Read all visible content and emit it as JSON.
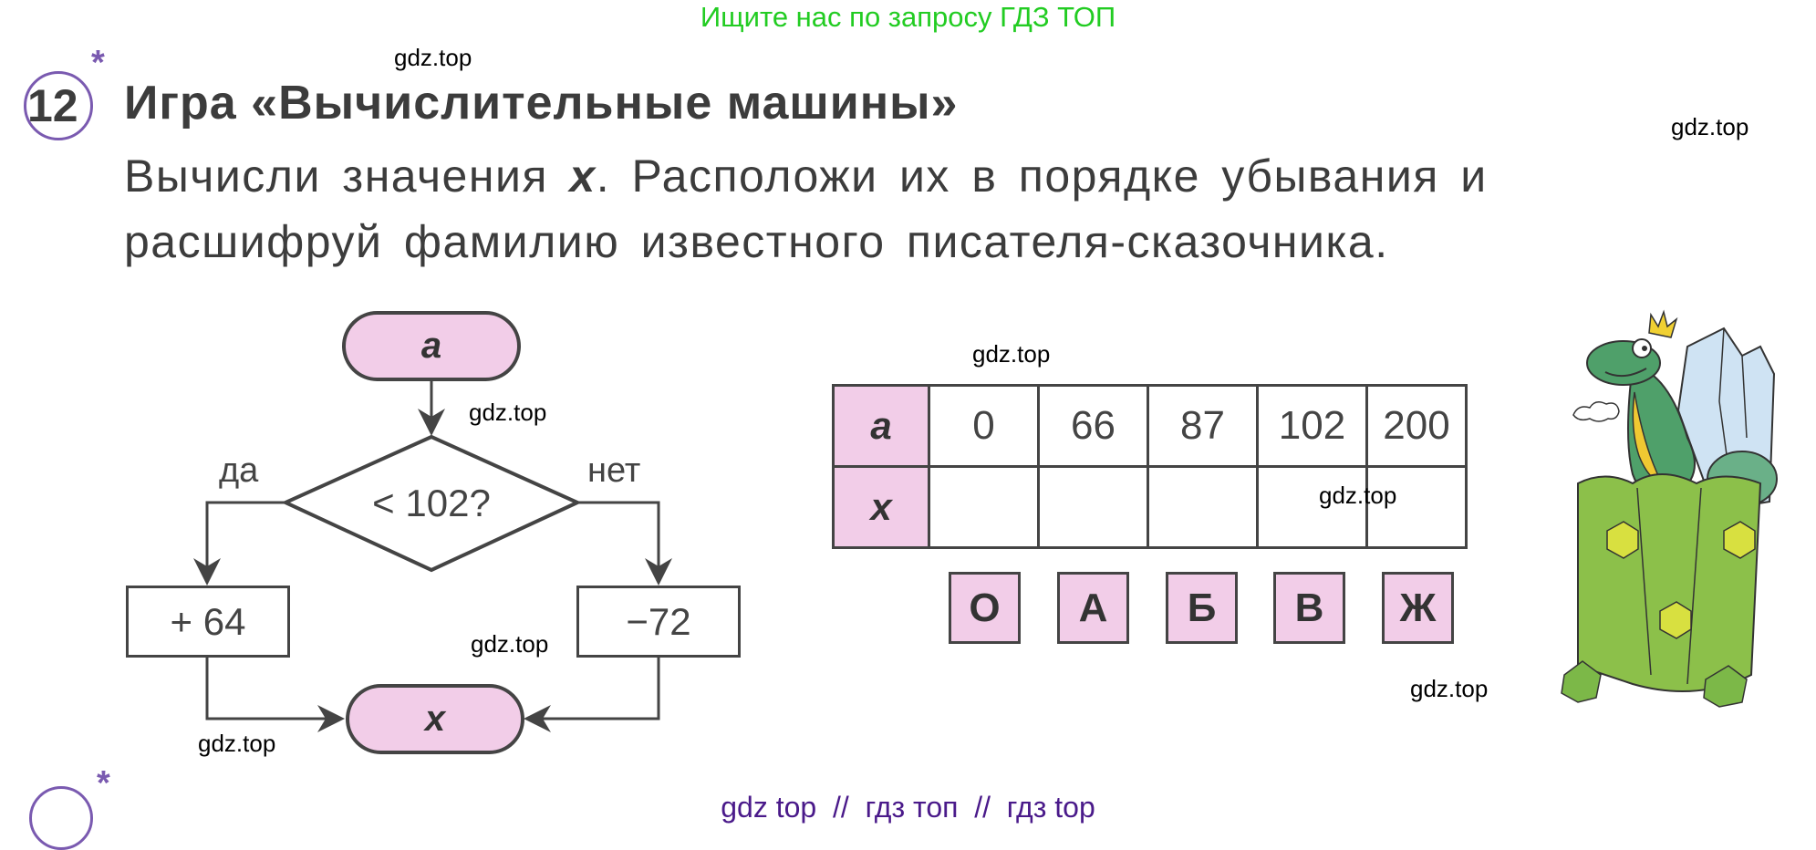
{
  "banner": {
    "text": "Ищите нас по запросу ГДЗ ТОП",
    "color": "#22cc22"
  },
  "exercise": {
    "number": "12",
    "star": "*",
    "title": "Игра «Вычислительные машины»",
    "instruction_line1_part1": "Вычисли значения ",
    "instruction_variable": "x",
    "instruction_line1_part2": ". Расположи их в порядке убывания и",
    "instruction_line2": "расшифруй фамилию известного писателя-сказочника."
  },
  "flowchart": {
    "start": "a",
    "condition": "< 102?",
    "yes_label": "да",
    "no_label": "нет",
    "yes_action": "+ 64",
    "no_action": "−72",
    "end": "x",
    "fill_color": "#f2cde8"
  },
  "table": {
    "row_a_header": "a",
    "row_x_header": "x",
    "a_values": [
      "0",
      "66",
      "87",
      "102",
      "200"
    ],
    "x_values": [
      "",
      "",
      "",
      "",
      ""
    ]
  },
  "letters": [
    "О",
    "А",
    "Б",
    "В",
    "Ж"
  ],
  "watermarks": {
    "w1": "gdz.top",
    "w2": "gdz.top",
    "w3": "gdz.top",
    "w4": "gdz.top",
    "w5": "gdz.top",
    "w6": "gdz.top",
    "w7": "gdz.top",
    "w8": "gdz.top"
  },
  "footer": {
    "text": "gdz top  //  гдз топ  //  гдз top",
    "color": "#4a1a8a"
  },
  "illustration": {
    "description": "dragon-with-crown-on-green-rock"
  }
}
